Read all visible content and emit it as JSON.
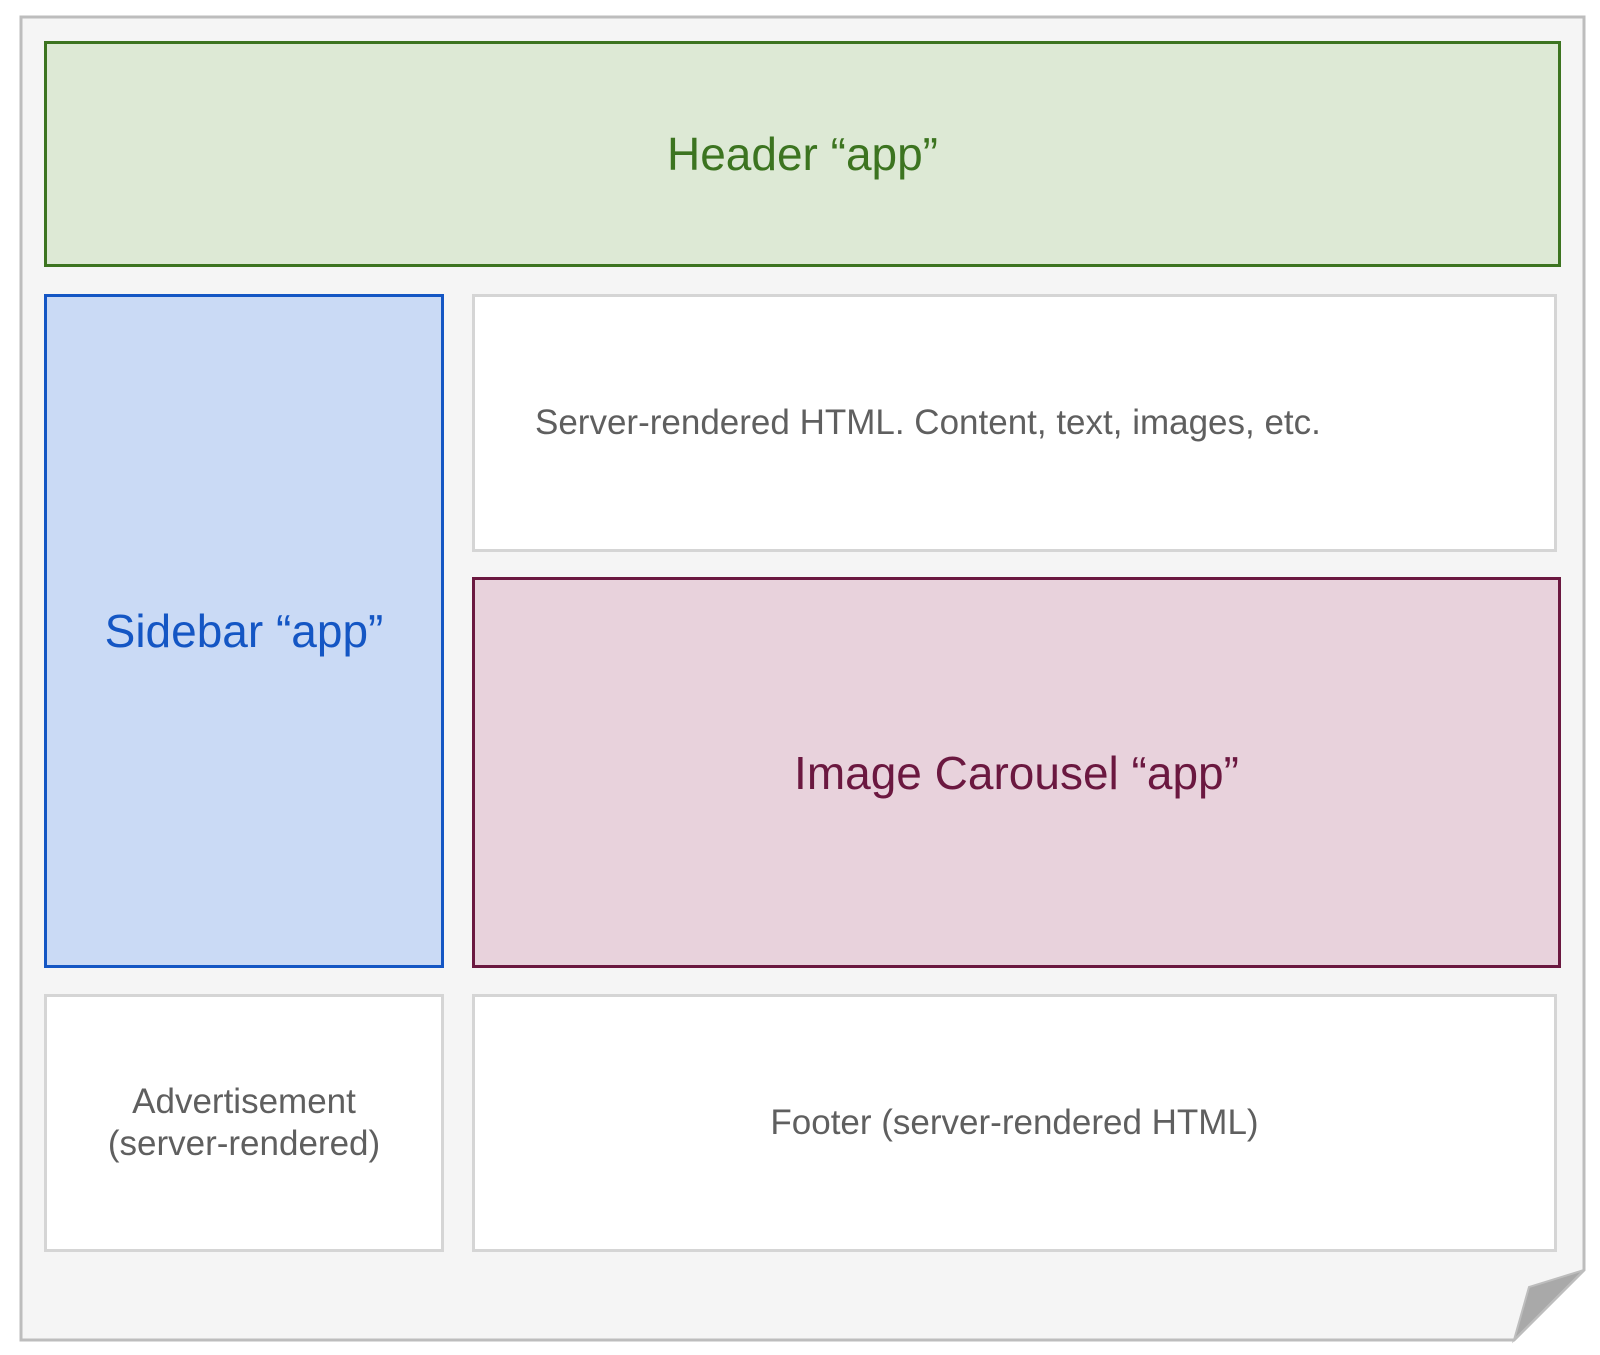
{
  "diagram": {
    "header": {
      "label": "Header “app”"
    },
    "sidebar": {
      "label": "Sidebar “app”"
    },
    "content": {
      "label": "Server-rendered HTML. Content, text, images, etc."
    },
    "carousel": {
      "label": "Image Carousel “app”"
    },
    "advertisement": {
      "line1": "Advertisement",
      "line2": "(server-rendered)"
    },
    "footer": {
      "label": "Footer (server-rendered HTML)"
    }
  },
  "colors": {
    "page_fill": "#f5f5f5",
    "page_border": "#bdbdbd",
    "header": "#3c7420",
    "sidebar": "#1456c4",
    "carousel": "#6b1840",
    "static_text": "#5f5f5f"
  }
}
